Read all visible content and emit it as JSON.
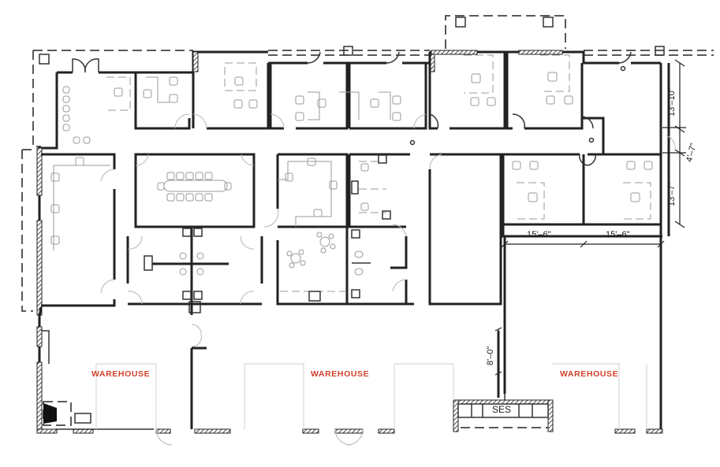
{
  "plan": {
    "type": "floor-plan",
    "colors": {
      "wall": "#222222",
      "furniture": "#9a9a9a",
      "room_label": "#d2412b",
      "background": "#ffffff"
    },
    "rooms": [
      {
        "id": "warehouse-west",
        "label": "WAREHOUSE"
      },
      {
        "id": "warehouse-center",
        "label": "WAREHOUSE"
      },
      {
        "id": "warehouse-east",
        "label": "WAREHOUSE"
      }
    ],
    "equipment": {
      "ses_label": "SES"
    },
    "dimensions": {
      "office_ne_height": "13'–10\"",
      "corridor_width": "4'–7\"",
      "office_se_height": "13'–7\"",
      "office_width_left": "15'–6\"",
      "office_width_right": "15'–6\"",
      "warehouse_partition_gap": "8'–0\""
    },
    "icons": [
      "conference-table-icon",
      "workstation-cluster-icon",
      "restroom-fixture-icon",
      "chair-icon",
      "door-swing-icon"
    ]
  }
}
